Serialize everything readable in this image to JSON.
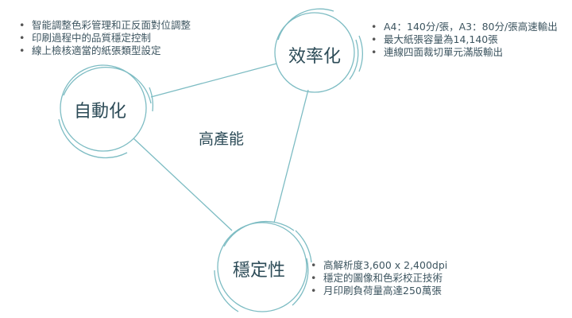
{
  "center_title": "高產能",
  "nodes": {
    "automation": {
      "title": "自動化",
      "bullets": [
        "智能調整色彩管理和正反面對位調整",
        "印刷過程中的品質穩定控制",
        "線上檢核適當的紙張類型設定"
      ]
    },
    "efficiency": {
      "title": "效率化",
      "bullets": [
        "A4：140分/張，A3：80分/張高速輸出",
        "最大紙張容量為14,140張",
        "連線四面裁切單元滿版輸出"
      ]
    },
    "stability": {
      "title": "穩定性",
      "bullets": [
        "高解析度3,600 x 2,400dpi",
        "穩定的圖像和色彩校正技術",
        "月印刷負荷量高達250萬張"
      ]
    }
  },
  "colors": {
    "ring": "#6cb6be",
    "text": "#2c4b57"
  }
}
